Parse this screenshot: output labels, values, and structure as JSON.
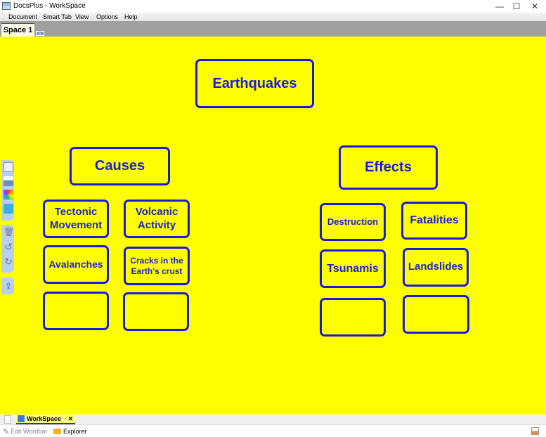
{
  "window": {
    "title": "DocsPlus - WorkSpace"
  },
  "menu": [
    "Document",
    "Smart Tab",
    "View",
    "Options",
    "Help"
  ],
  "tabs": {
    "active": "Space 1",
    "add": "+"
  },
  "diagram": {
    "root": "Earthquakes",
    "causes": {
      "label": "Causes",
      "items": [
        "Tectonic Movement",
        "Volcanic Activity",
        "Avalanches",
        "Cracks in the Earth's crust",
        "",
        ""
      ]
    },
    "effects": {
      "label": "Effects",
      "items": [
        "Destruction",
        "Fatalities",
        "Tsunamis",
        "Landslides",
        "",
        ""
      ]
    }
  },
  "colors": {
    "canvas": "#ffff00",
    "box": "#1a1adc"
  },
  "bottom": {
    "doc_tab": "WorkSpace",
    "close": "✕"
  },
  "status": {
    "edit_wordbar": "Edit Wordbar",
    "explorer": "Explorer"
  },
  "tools": [
    "rectangle-icon",
    "image-icon",
    "palette-icon",
    "speech-icon",
    "trash-icon",
    "undo-icon",
    "redo-icon",
    "share-icon"
  ]
}
